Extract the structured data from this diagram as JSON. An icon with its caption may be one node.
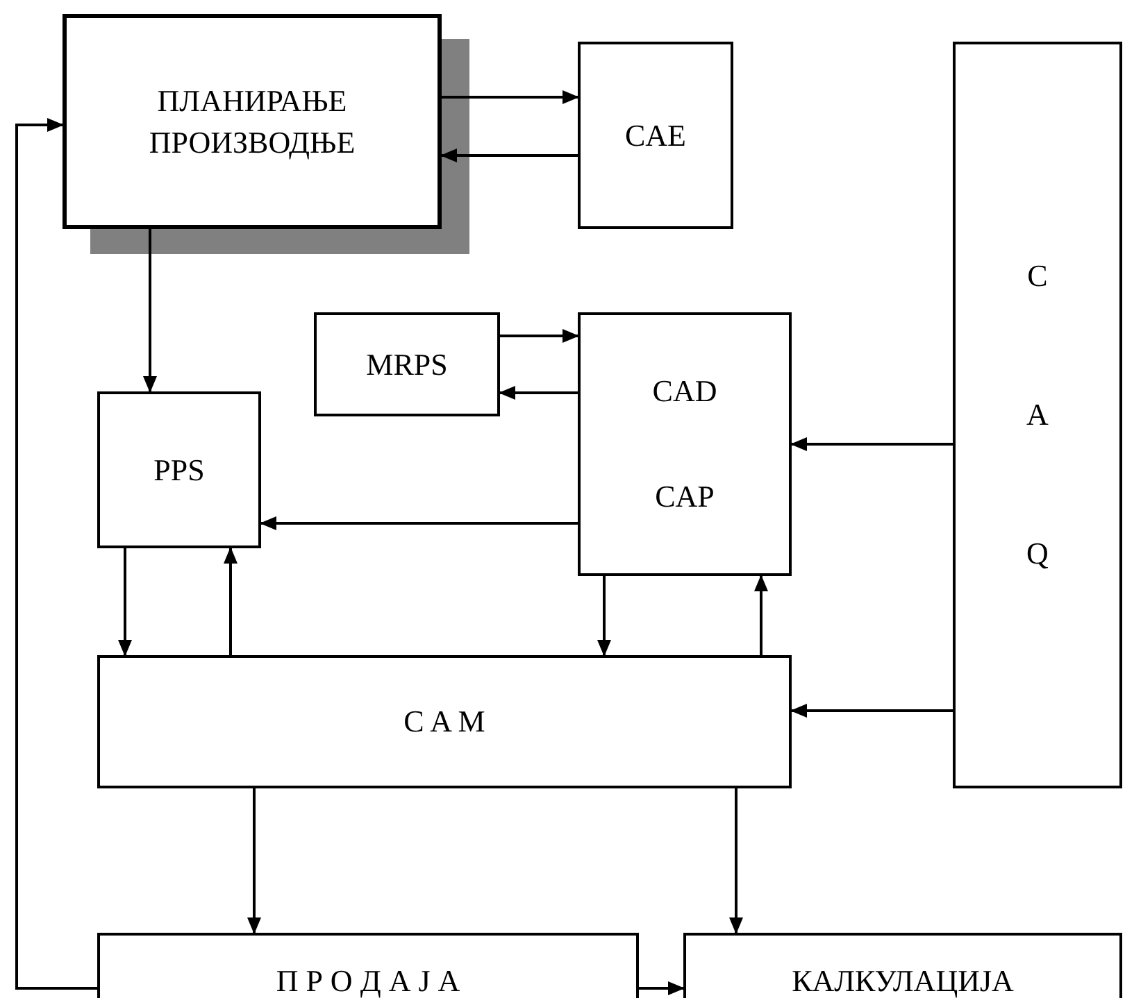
{
  "diagram": {
    "nodes": [
      {
        "text": [
          "ПЛАНИРАЊЕ ПРОИЗВОДЊЕ"
        ]
      },
      {
        "text": [
          "CAE"
        ]
      },
      {
        "text": [
          "C",
          "A",
          "Q"
        ]
      },
      {
        "text": [
          "MRPS"
        ]
      },
      {
        "text": [
          "CAD",
          "CAP"
        ]
      },
      {
        "text": [
          "PPS"
        ]
      },
      {
        "text": [
          "C A M"
        ]
      },
      {
        "text": [
          "П Р О Д А Ј А"
        ]
      },
      {
        "text": [
          "КАЛКУЛАЦИЈА"
        ]
      }
    ],
    "edges": [
      {
        "from": 0,
        "to": 1,
        "arrow": "to"
      },
      {
        "from": 1,
        "to": 0,
        "arrow": "to"
      },
      {
        "from": 0,
        "to": 5,
        "arrow": "to"
      },
      {
        "from": 3,
        "to": 4,
        "arrow": "to"
      },
      {
        "from": 4,
        "to": 3,
        "arrow": "to"
      },
      {
        "from": 2,
        "to": 4,
        "arrow": "to"
      },
      {
        "from": 4,
        "to": 5,
        "arrow": "to"
      },
      {
        "from": 5,
        "to": 6,
        "arrow": "to"
      },
      {
        "from": 6,
        "to": 5,
        "arrow": "to"
      },
      {
        "from": 4,
        "to": 6,
        "arrow": "to"
      },
      {
        "from": 6,
        "to": 4,
        "arrow": "to"
      },
      {
        "from": 2,
        "to": 6,
        "arrow": "to"
      },
      {
        "from": 6,
        "to": 7,
        "arrow": "to"
      },
      {
        "from": 6,
        "to": 8,
        "arrow": "to"
      },
      {
        "from": 7,
        "to": 8,
        "arrow": "to"
      },
      {
        "from": 7,
        "to": 0,
        "arrow": "to"
      }
    ]
  }
}
